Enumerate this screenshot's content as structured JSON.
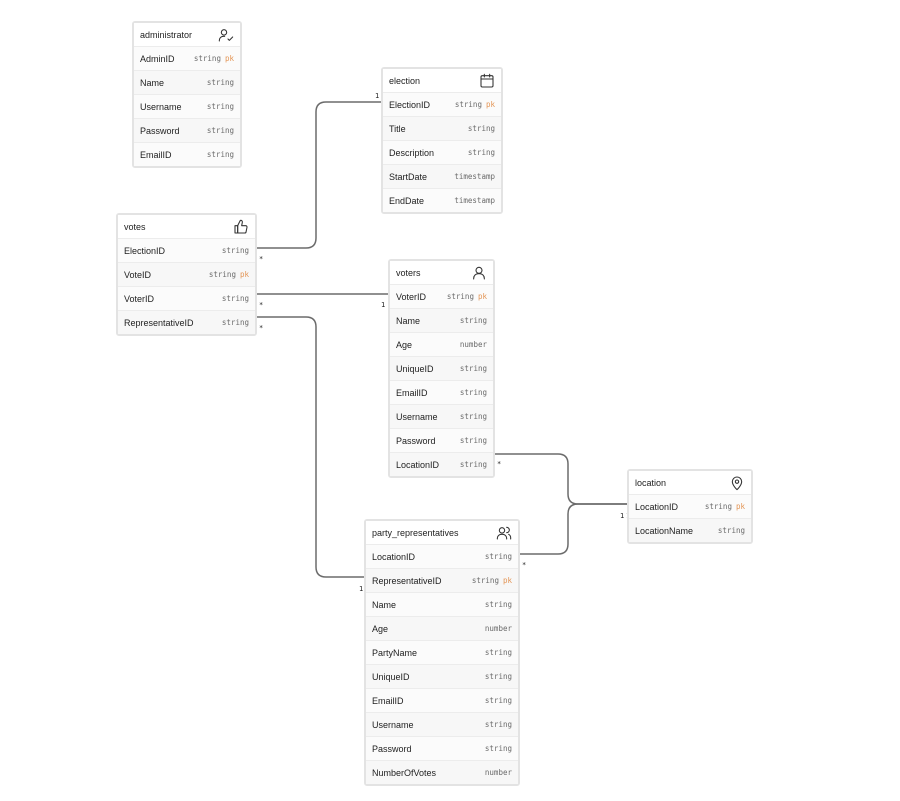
{
  "entities": {
    "administrator": {
      "title": "administrator",
      "icon": "user-check-icon",
      "fields": [
        {
          "name": "AdminID",
          "type": "string",
          "key": "pk"
        },
        {
          "name": "Name",
          "type": "string",
          "key": ""
        },
        {
          "name": "Username",
          "type": "string",
          "key": ""
        },
        {
          "name": "Password",
          "type": "string",
          "key": ""
        },
        {
          "name": "EmailID",
          "type": "string",
          "key": ""
        }
      ]
    },
    "election": {
      "title": "election",
      "icon": "calendar-icon",
      "fields": [
        {
          "name": "ElectionID",
          "type": "string",
          "key": "pk"
        },
        {
          "name": "Title",
          "type": "string",
          "key": ""
        },
        {
          "name": "Description",
          "type": "string",
          "key": ""
        },
        {
          "name": "StartDate",
          "type": "timestamp",
          "key": ""
        },
        {
          "name": "EndDate",
          "type": "timestamp",
          "key": ""
        }
      ]
    },
    "votes": {
      "title": "votes",
      "icon": "thumbs-up-icon",
      "fields": [
        {
          "name": "ElectionID",
          "type": "string",
          "key": ""
        },
        {
          "name": "VoteID",
          "type": "string",
          "key": "pk"
        },
        {
          "name": "VoterID",
          "type": "string",
          "key": ""
        },
        {
          "name": "RepresentativeID",
          "type": "string",
          "key": ""
        }
      ]
    },
    "voters": {
      "title": "voters",
      "icon": "user-icon",
      "fields": [
        {
          "name": "VoterID",
          "type": "string",
          "key": "pk"
        },
        {
          "name": "Name",
          "type": "string",
          "key": ""
        },
        {
          "name": "Age",
          "type": "number",
          "key": ""
        },
        {
          "name": "UniqueID",
          "type": "string",
          "key": ""
        },
        {
          "name": "EmailID",
          "type": "string",
          "key": ""
        },
        {
          "name": "Username",
          "type": "string",
          "key": ""
        },
        {
          "name": "Password",
          "type": "string",
          "key": ""
        },
        {
          "name": "LocationID",
          "type": "string",
          "key": ""
        }
      ]
    },
    "location": {
      "title": "location",
      "icon": "map-pin-icon",
      "fields": [
        {
          "name": "LocationID",
          "type": "string",
          "key": "pk"
        },
        {
          "name": "LocationName",
          "type": "string",
          "key": ""
        }
      ]
    },
    "party_representatives": {
      "title": "party_representatives",
      "icon": "users-icon",
      "fields": [
        {
          "name": "LocationID",
          "type": "string",
          "key": ""
        },
        {
          "name": "RepresentativeID",
          "type": "string",
          "key": "pk"
        },
        {
          "name": "Name",
          "type": "string",
          "key": ""
        },
        {
          "name": "Age",
          "type": "number",
          "key": ""
        },
        {
          "name": "PartyName",
          "type": "string",
          "key": ""
        },
        {
          "name": "UniqueID",
          "type": "string",
          "key": ""
        },
        {
          "name": "EmailID",
          "type": "string",
          "key": ""
        },
        {
          "name": "Username",
          "type": "string",
          "key": ""
        },
        {
          "name": "Password",
          "type": "string",
          "key": ""
        },
        {
          "name": "NumberOfVotes",
          "type": "number",
          "key": ""
        }
      ]
    }
  },
  "relations": [
    {
      "from": "votes.ElectionID",
      "to": "election.ElectionID",
      "from_card": "*",
      "to_card": "1"
    },
    {
      "from": "votes.VoterID",
      "to": "voters.VoterID",
      "from_card": "*",
      "to_card": "1"
    },
    {
      "from": "votes.RepresentativeID",
      "to": "party_representatives.RepresentativeID",
      "from_card": "*",
      "to_card": "1"
    },
    {
      "from": "voters.LocationID",
      "to": "location.LocationID",
      "from_card": "*",
      "to_card": "1"
    },
    {
      "from": "party_representatives.LocationID",
      "to": "location.LocationID",
      "from_card": "*",
      "to_card": "1"
    }
  ],
  "colors": {
    "pk": "#e39454",
    "edge": "#6b6b6b",
    "border": "#e3e3e3"
  }
}
